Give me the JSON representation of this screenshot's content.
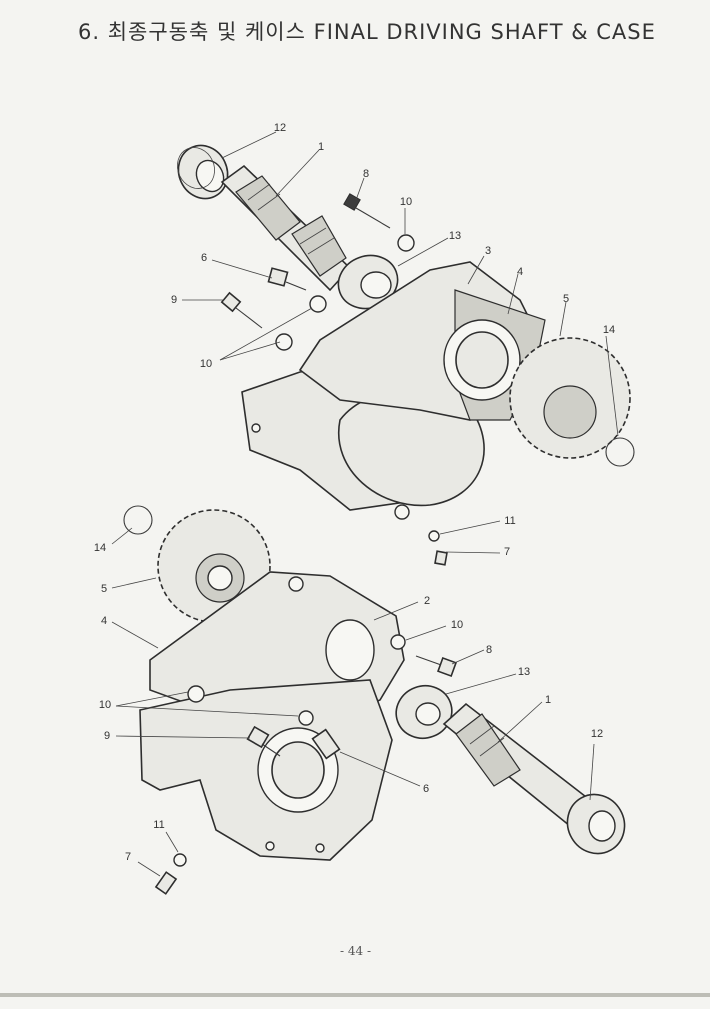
{
  "header": {
    "title": "6. 최종구동축 및 케이스  FINAL DRIVING SHAFT & CASE"
  },
  "upper_callouts": [
    "12",
    "1",
    "8",
    "10",
    "13",
    "6",
    "3",
    "4",
    "9",
    "5",
    "14",
    "10"
  ],
  "lower_callouts": [
    "11",
    "7",
    "14",
    "5",
    "4",
    "2",
    "10",
    "8",
    "13",
    "10",
    "1",
    "9",
    "12",
    "6",
    "11",
    "7"
  ],
  "footer": {
    "page_number": "- 44 -"
  }
}
